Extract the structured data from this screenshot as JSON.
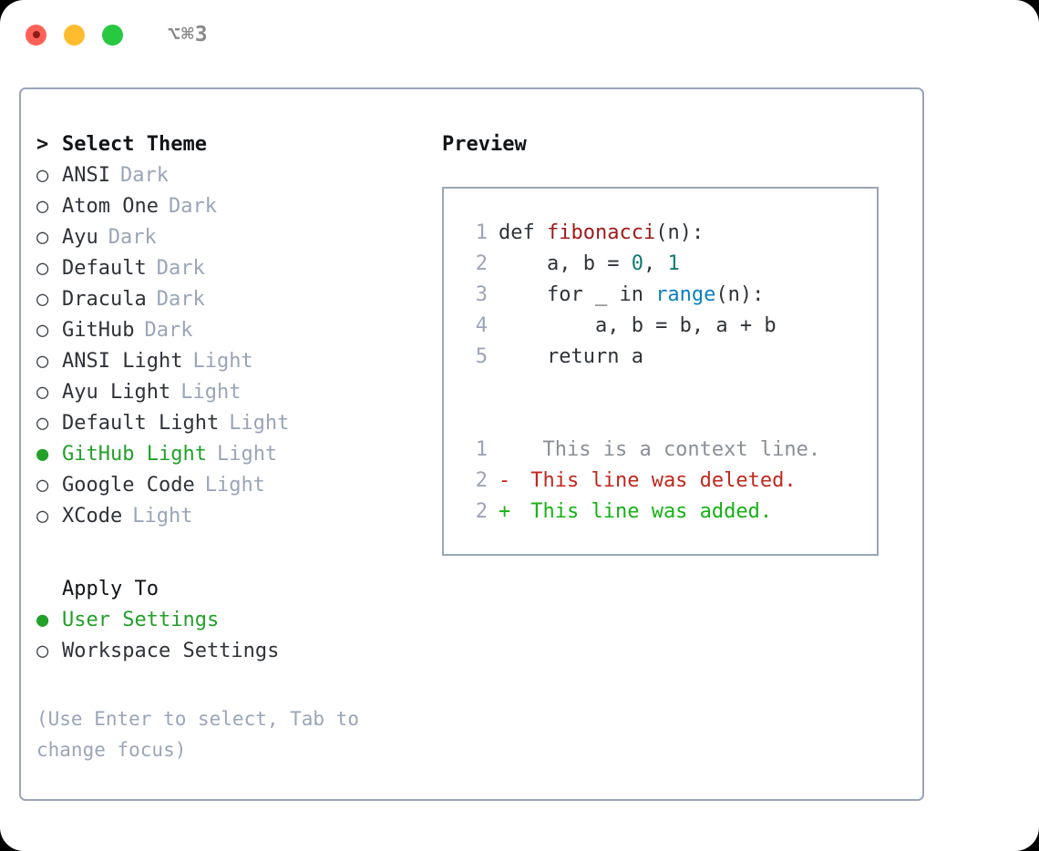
{
  "titlebar": {
    "shortcut": "⌥⌘3",
    "lights": [
      "close",
      "minimize",
      "maximize"
    ]
  },
  "theme_picker": {
    "header_marker": ">",
    "header": "Select Theme",
    "items": [
      {
        "marker": "○",
        "name": "ANSI",
        "suffix": "Dark",
        "selected": false
      },
      {
        "marker": "○",
        "name": "Atom One",
        "suffix": "Dark",
        "selected": false
      },
      {
        "marker": "○",
        "name": "Ayu",
        "suffix": "Dark",
        "selected": false
      },
      {
        "marker": "○",
        "name": "Default",
        "suffix": "Dark",
        "selected": false
      },
      {
        "marker": "○",
        "name": "Dracula",
        "suffix": "Dark",
        "selected": false
      },
      {
        "marker": "○",
        "name": "GitHub",
        "suffix": "Dark",
        "selected": false
      },
      {
        "marker": "○",
        "name": "ANSI Light",
        "suffix": "Light",
        "selected": false
      },
      {
        "marker": "○",
        "name": "Ayu Light",
        "suffix": "Light",
        "selected": false
      },
      {
        "marker": "○",
        "name": "Default Light",
        "suffix": "Light",
        "selected": false
      },
      {
        "marker": "●",
        "name": "GitHub Light",
        "suffix": "Light",
        "selected": true
      },
      {
        "marker": "○",
        "name": "Google Code",
        "suffix": "Light",
        "selected": false
      },
      {
        "marker": "○",
        "name": "XCode",
        "suffix": "Light",
        "selected": false
      }
    ]
  },
  "apply_to": {
    "header": "Apply To",
    "items": [
      {
        "marker": "●",
        "label": "User Settings",
        "selected": true
      },
      {
        "marker": "○",
        "label": "Workspace Settings",
        "selected": false
      }
    ]
  },
  "hint": "(Use Enter to select, Tab to change focus)",
  "preview": {
    "title": "Preview",
    "code_lines": [
      {
        "num": "1",
        "tokens": [
          {
            "t": "def ",
            "c": "plain"
          },
          {
            "t": "fibonacci",
            "c": "func"
          },
          {
            "t": "(n):",
            "c": "plain"
          }
        ]
      },
      {
        "num": "2",
        "tokens": [
          {
            "t": "    a, b = ",
            "c": "plain"
          },
          {
            "t": "0",
            "c": "num"
          },
          {
            "t": ", ",
            "c": "plain"
          },
          {
            "t": "1",
            "c": "num"
          }
        ]
      },
      {
        "num": "3",
        "tokens": [
          {
            "t": "    for _ in ",
            "c": "plain"
          },
          {
            "t": "range",
            "c": "builtin"
          },
          {
            "t": "(n):",
            "c": "plain"
          }
        ]
      },
      {
        "num": "4",
        "tokens": [
          {
            "t": "        a, b = b, a + b",
            "c": "plain"
          }
        ]
      },
      {
        "num": "5",
        "tokens": [
          {
            "t": "    return a",
            "c": "plain"
          }
        ]
      }
    ],
    "diff_lines": [
      {
        "num": "1",
        "mark": " ",
        "text": "  This is a context line.",
        "kind": "ctx"
      },
      {
        "num": "2",
        "mark": "-",
        "text": " This line was deleted.",
        "kind": "del"
      },
      {
        "num": "2",
        "mark": "+",
        "text": " This line was added.",
        "kind": "add"
      }
    ]
  },
  "colors": {
    "accent_green": "#22a02a",
    "muted": "#9aa5b8",
    "border": "#9aa5b8",
    "diff_add": "#16b215",
    "diff_del": "#c0281e",
    "code_func": "#a01b1b",
    "code_num": "#0f7a72",
    "code_builtin": "#0b7fc0"
  }
}
